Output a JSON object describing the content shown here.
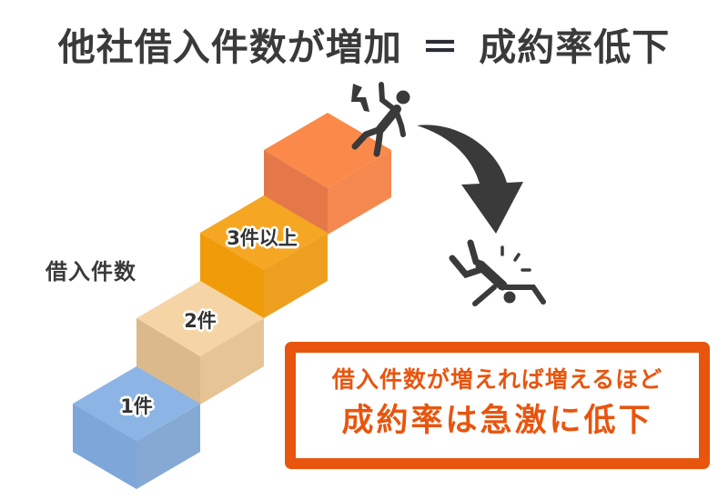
{
  "title": {
    "left": "他社借入件数が増加",
    "equals": "＝",
    "right": "成約率低下"
  },
  "axis_label": "借入件数",
  "steps": [
    {
      "label": "1件",
      "color_top": "#8cb4e4",
      "color_left": "#7ea6d9",
      "color_right": "#86a9d4"
    },
    {
      "label": "2件",
      "color_top": "#f5d5a6",
      "color_left": "#dcb98a",
      "color_right": "#e6c496"
    },
    {
      "label": "3件以上",
      "color_top": "#f5a623",
      "color_left": "#f09c0a",
      "color_right": "#eda020"
    },
    {
      "label": "",
      "color_top": "#fb8a4a",
      "color_left": "#e57848",
      "color_right": "#f4884f"
    }
  ],
  "icons": {
    "standing": "person-stumbling-icon",
    "lightning": "lightning-bolt-icon",
    "arrow": "curved-down-arrow-icon",
    "fallen": "person-fallen-icon"
  },
  "callout": {
    "line1": "借入件数が増えれば増えるほど",
    "line2": "成約率は急激に低下",
    "color": "#e8550e"
  },
  "colors": {
    "text_dark": "#3a3a3a",
    "icon_dark": "#3a3a3a"
  }
}
